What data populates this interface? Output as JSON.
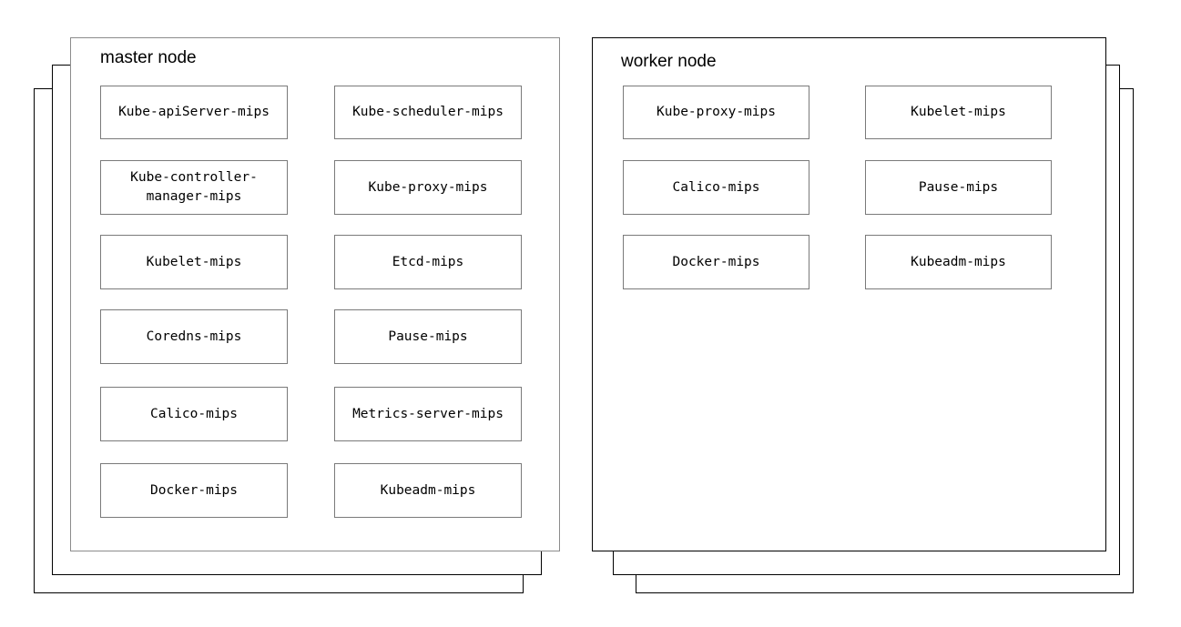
{
  "diagram": {
    "type": "kubernetes-cluster-component-diagram",
    "background_color": "#ffffff",
    "box_border_color": "#7a7a7a",
    "stack_border_color": "#000000",
    "master_card_border_color": "#8c8c8c",
    "worker_card_border_color": "#000000"
  },
  "nodes": [
    {
      "id": "master",
      "title": "master node",
      "stack_depth": 3,
      "columns": [
        {
          "id": "master-left",
          "components": [
            {
              "label": "Kube-apiServer-mips"
            },
            {
              "label": "Kube-controller-manager-mips"
            },
            {
              "label": "Kubelet-mips"
            },
            {
              "label": "Coredns-mips"
            },
            {
              "label": "Calico-mips"
            },
            {
              "label": "Docker-mips"
            }
          ]
        },
        {
          "id": "master-right",
          "components": [
            {
              "label": "Kube-scheduler-mips"
            },
            {
              "label": "Kube-proxy-mips"
            },
            {
              "label": "Etcd-mips"
            },
            {
              "label": "Pause-mips"
            },
            {
              "label": "Metrics-server-mips"
            },
            {
              "label": "Kubeadm-mips"
            }
          ]
        }
      ]
    },
    {
      "id": "worker",
      "title": "worker node",
      "stack_depth": 3,
      "columns": [
        {
          "id": "worker-left",
          "components": [
            {
              "label": "Kube-proxy-mips"
            },
            {
              "label": "Calico-mips"
            },
            {
              "label": "Docker-mips"
            }
          ]
        },
        {
          "id": "worker-right",
          "components": [
            {
              "label": "Kubelet-mips"
            },
            {
              "label": "Pause-mips"
            },
            {
              "label": "Kubeadm-mips"
            }
          ]
        }
      ]
    }
  ]
}
